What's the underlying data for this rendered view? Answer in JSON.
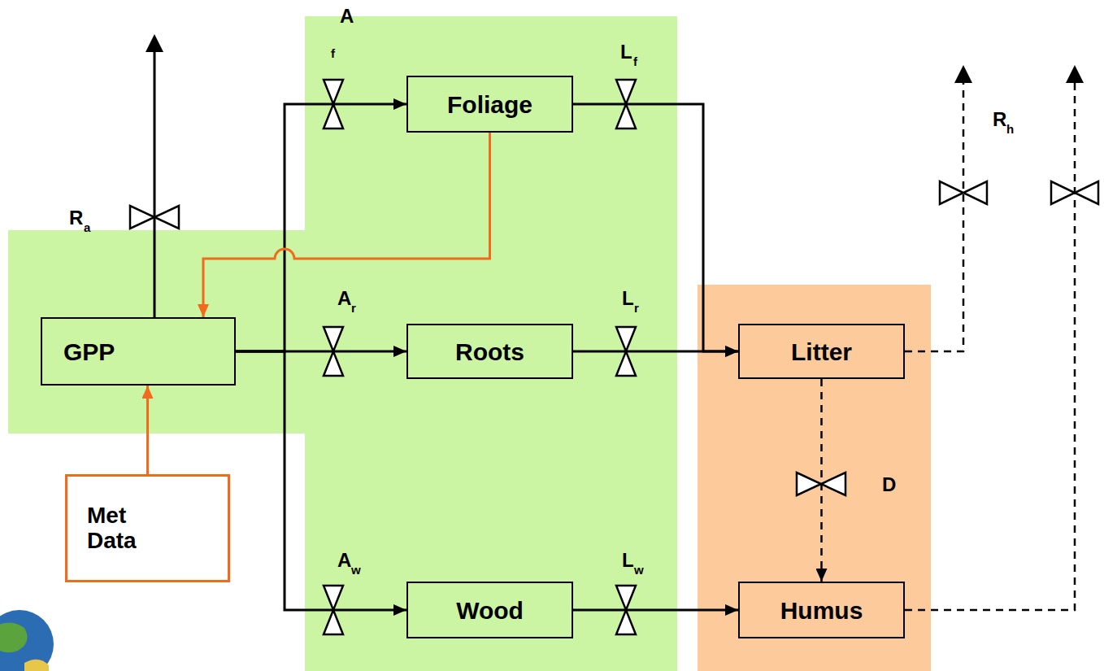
{
  "diagram": {
    "nodes": [
      {
        "text": [
          "Foliage"
        ]
      },
      {
        "text": [
          "GPP"
        ]
      },
      {
        "text": [
          "Roots"
        ]
      },
      {
        "text": [
          "Litter"
        ]
      },
      {
        "text": [
          "Met Data"
        ]
      },
      {
        "text": [
          "Wood"
        ]
      },
      {
        "text": [
          "Humus"
        ]
      }
    ],
    "edges": [
      {
        "from": 1,
        "to": 0,
        "arrow": "to"
      },
      {
        "from": 1,
        "to": 2,
        "arrow": "to"
      },
      {
        "from": 1,
        "to": 5,
        "arrow": "to"
      },
      {
        "from": 0,
        "to": 3,
        "arrow": "to"
      },
      {
        "from": 2,
        "to": 3,
        "arrow": "to"
      },
      {
        "from": 5,
        "to": 6,
        "arrow": "to"
      },
      {
        "from": 3,
        "to": 6,
        "arrow": "to"
      },
      {
        "from": 0,
        "to": 1,
        "arrow": "to"
      },
      {
        "from": 4,
        "to": 1,
        "arrow": "to"
      }
    ],
    "labels": [
      "A",
      "f",
      "L",
      "f",
      "R",
      "a",
      "A",
      "r",
      "L",
      "r",
      "R",
      "h",
      "D",
      "A",
      "w",
      "L",
      "w"
    ]
  }
}
